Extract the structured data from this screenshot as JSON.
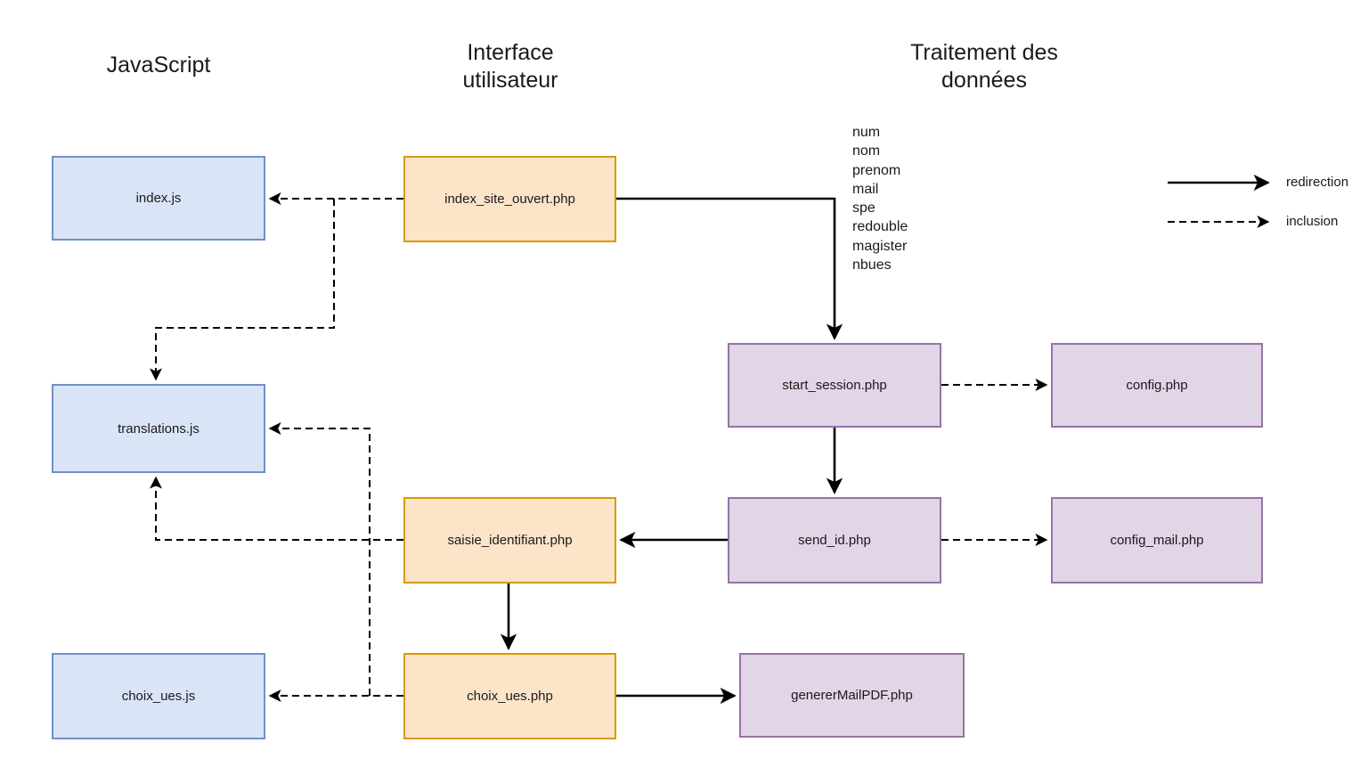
{
  "diagram": {
    "title_columns": [
      {
        "id": "javascript",
        "label": "JavaScript"
      },
      {
        "id": "interface-utilisateur",
        "label": "Interface\nutilisateur"
      },
      {
        "id": "traitement-des-donnees",
        "label": "Traitement des\ndonnées"
      }
    ],
    "nodes": [
      {
        "id": "index-js",
        "label": "index.js",
        "group": "js"
      },
      {
        "id": "translations-js",
        "label": "translations.js",
        "group": "js"
      },
      {
        "id": "choix-ues-js",
        "label": "choix_ues.js",
        "group": "js"
      },
      {
        "id": "index-site-ouvert-php",
        "label": "index_site_ouvert.php",
        "group": "ui"
      },
      {
        "id": "saisie-identifiant-php",
        "label": "saisie_identifiant.php",
        "group": "ui"
      },
      {
        "id": "choix-ues-php",
        "label": "choix_ues.php",
        "group": "ui"
      },
      {
        "id": "start-session-php",
        "label": "start_session.php",
        "group": "data"
      },
      {
        "id": "config-php",
        "label": "config.php",
        "group": "data"
      },
      {
        "id": "send-id-php",
        "label": "send_id.php",
        "group": "data"
      },
      {
        "id": "config-mail-php",
        "label": "config_mail.php",
        "group": "data"
      },
      {
        "id": "generer-mail-pdf-php",
        "label": "genererMailPDF.php",
        "group": "data"
      }
    ],
    "edge_annotation": {
      "id": "session-fields",
      "text": "num\nnom\nprenom\nmail\nspe\nredouble\nmagister\nnbues"
    },
    "legend": [
      {
        "id": "redirection",
        "label": "redirection",
        "style": "solid"
      },
      {
        "id": "inclusion",
        "label": "inclusion",
        "style": "dashed"
      }
    ],
    "colors": {
      "js_fill": "#dae4f7",
      "js_border": "#7190c5",
      "ui_fill": "#fce4c9",
      "ui_border": "#d79b00",
      "data_fill": "#e1d5e7",
      "data_border": "#9673a6",
      "edge": "#000000",
      "background": "#ffffff"
    }
  }
}
